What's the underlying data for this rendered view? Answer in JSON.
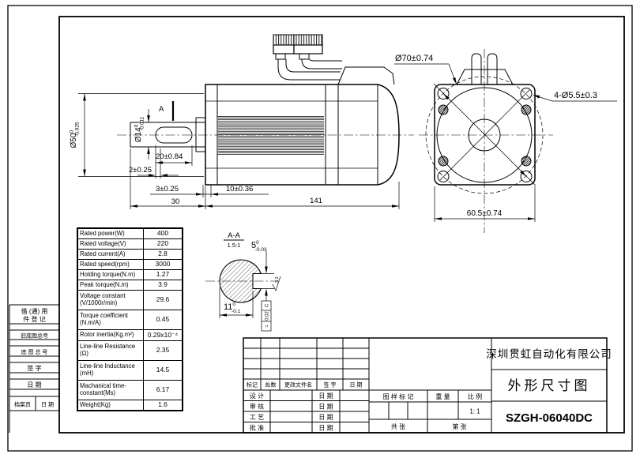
{
  "doc": {
    "company": "深圳贯虹自动化有限公司",
    "drawing_title": "外形尺寸图",
    "part_number": "SZGH-06040DC"
  },
  "spec_table": {
    "rows": [
      {
        "label": "Rated power(W)",
        "value": "400"
      },
      {
        "label": "Rated voltage(V)",
        "value": "220"
      },
      {
        "label": "Rated current(A)",
        "value": "2.8"
      },
      {
        "label": "Rated speed(rpm)",
        "value": "3000"
      },
      {
        "label": "Holding torque(N.m)",
        "value": "1.27"
      },
      {
        "label": "Peak torque(N.m)",
        "value": "3.9"
      },
      {
        "label": "Voltage constant\n(V/1000r/min)",
        "value": "29.6"
      },
      {
        "label": "Torque coefficient\n(N.m/A)",
        "value": "0.45"
      },
      {
        "label": "Rotor inertia(Kg.m²)",
        "value": "0.29x10⁻⁴"
      },
      {
        "label": "Line-line Resistance\n(Ω)",
        "value": "2.35"
      },
      {
        "label": "Line-line Inductance\n(mH)",
        "value": "14.5"
      },
      {
        "label": "Machanical time-\nconstant(Ms)",
        "value": "6.17"
      },
      {
        "label": "Weight(Kg)",
        "value": "1.6"
      }
    ]
  },
  "dimensions": {
    "pilot_dia": {
      "main": "Ø50",
      "sup": "0",
      "sub": "-0.025"
    },
    "shaft_dia": {
      "main": "Ø14",
      "sup": "0",
      "sub": "-0.011"
    },
    "key_length": "20±0.84",
    "key_offset": "2±0.25",
    "boss_length": "3±0.25",
    "shaft_length": "30",
    "flange_thickness": "10±0.36",
    "body_length": "141",
    "section_marker": "A",
    "bolt_circle": "Ø70±0.74",
    "mount_holes": "4-Ø5.5±0.3",
    "flange_width": "60.5±0.74"
  },
  "section": {
    "label": "A-A",
    "scale": "1.5:1",
    "key_width": {
      "main": "5",
      "sup": "0",
      "sub": "-0.03"
    },
    "across_flat": {
      "main": "11",
      "sup": "0",
      "sub": "-0.1"
    },
    "tolerance_frame": {
      "symbol": "=",
      "value": "0.02",
      "datum": "C"
    },
    "roughness": "3.2"
  },
  "title_block": {
    "rev_headers": [
      "标记",
      "处数",
      "更改文件名",
      "签 字",
      "日 期"
    ],
    "sig_rows": [
      {
        "label": "设 计",
        "date_label": "日 期"
      },
      {
        "label": "审 核",
        "date_label": "日 期"
      },
      {
        "label": "工 艺",
        "date_label": "日 期"
      },
      {
        "label": "批 准",
        "date_label": "日 期"
      }
    ],
    "mark_label": "图 样 标 记",
    "weight_label": "重 量",
    "scale_label": "比 例",
    "scale_value": "1: 1",
    "sheets_total_label": "共   张",
    "sheet_no_label": "第   张"
  },
  "left_blocks": {
    "reuse_line1": "借 (通) 用",
    "reuse_line2": "件 登 记",
    "old_base_no": "旧底图总号",
    "base_no": "底 图 总 号",
    "sign": "签  字",
    "date": "日  期",
    "archivist": "档案员",
    "archivist_date": "日 期"
  }
}
